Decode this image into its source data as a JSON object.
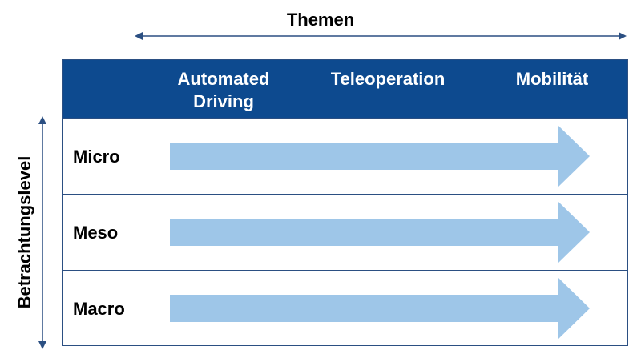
{
  "diagram": {
    "horizontal_axis": {
      "label": "Themen"
    },
    "vertical_axis": {
      "label": "Betrachtungslevel"
    },
    "columns": [
      {
        "label": "Automated\nDriving"
      },
      {
        "label": "Teleoperation"
      },
      {
        "label": "Mobilität"
      }
    ],
    "rows": [
      {
        "label": "Micro"
      },
      {
        "label": "Meso"
      },
      {
        "label": "Macro"
      }
    ],
    "colors": {
      "header": "#0d4a8f",
      "arrow": "#9ec6e8",
      "axis_arrow": "#2b4f82"
    }
  }
}
